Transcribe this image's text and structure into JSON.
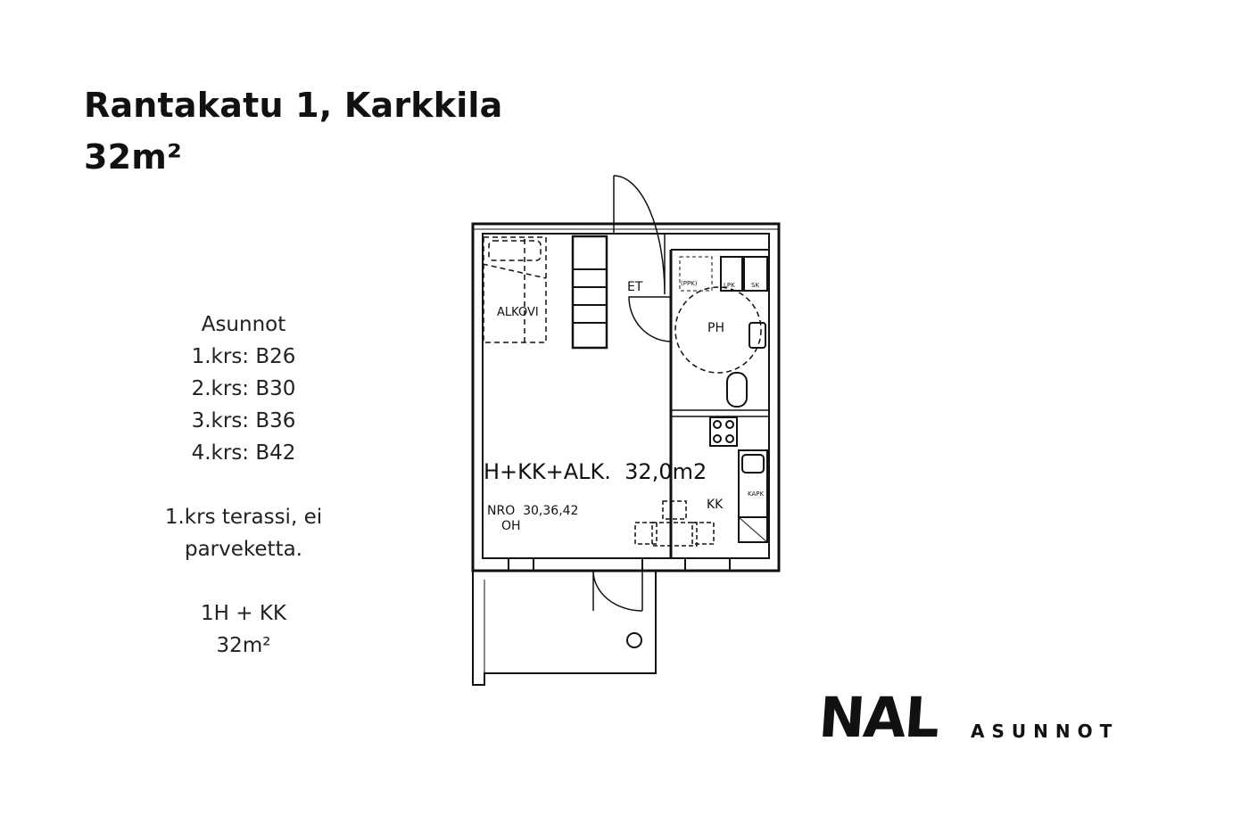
{
  "header": {
    "address": "Rantakatu 1, Karkkila",
    "area": "32m²"
  },
  "info": {
    "heading": "Asunnot",
    "floors": [
      "1.krs: B26",
      "2.krs: B30",
      "3.krs: B36",
      "4.krs: B42"
    ],
    "terrace_line1": "1.krs terassi, ei",
    "terrace_line2": "parveketta.",
    "type": "1H + KK",
    "area": "32m²"
  },
  "plan": {
    "type_area": "H+KK+ALK.  32,0m2",
    "numbers": "NRO  30,36,42",
    "oh": "OH",
    "alkovi": "ALKOVI",
    "et": "ET",
    "ph": "PH",
    "kk": "KK",
    "lpk": "LPK",
    "sk": "SK",
    "ppk": "(PPK)",
    "kapk": "KAPK"
  },
  "logo": {
    "mark": "NAL",
    "sub": "ASUNNOT"
  }
}
